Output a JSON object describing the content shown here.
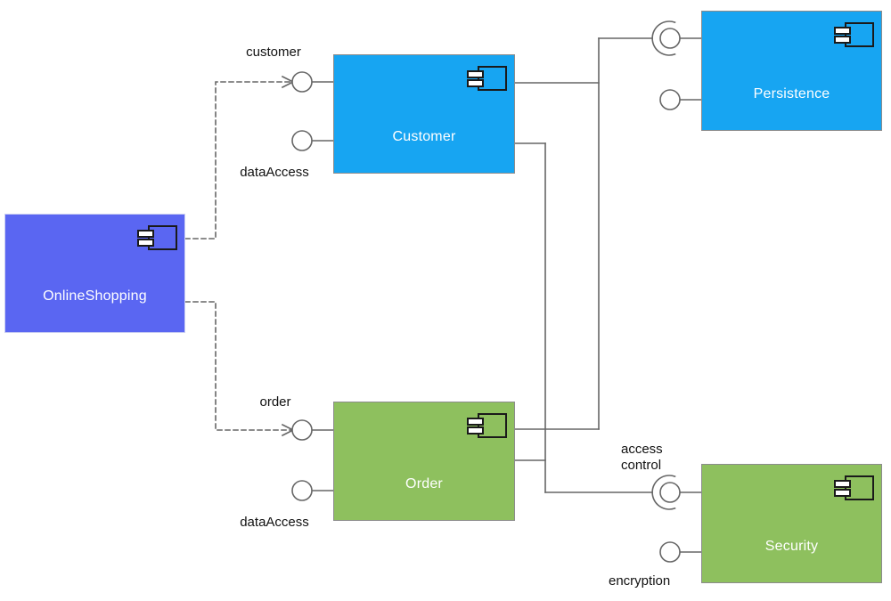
{
  "diagram_type": "uml-component-diagram",
  "components": {
    "onlineshopping": {
      "label": "OnlineShopping",
      "fill": "#5A66F2"
    },
    "customer": {
      "label": "Customer",
      "fill": "#17A5F2"
    },
    "persistence": {
      "label": "Persistence",
      "fill": "#17A5F2"
    },
    "order": {
      "label": "Order",
      "fill": "#8EC05E"
    },
    "security": {
      "label": "Security",
      "fill": "#8EC05E"
    }
  },
  "interface_labels": {
    "customer_port": "customer",
    "customer_dataaccess": "dataAccess",
    "order_port": "order",
    "order_dataaccess": "dataAccess",
    "access_control": "access\ncontrol",
    "encryption": "encryption"
  },
  "colors": {
    "onlineshopping_fill": "#5A66F2",
    "blue_component_fill": "#17A5F2",
    "green_component_fill": "#8EC05E",
    "connector_gray": "#666666",
    "label_text": "#111111",
    "component_text": "#ffffff"
  }
}
